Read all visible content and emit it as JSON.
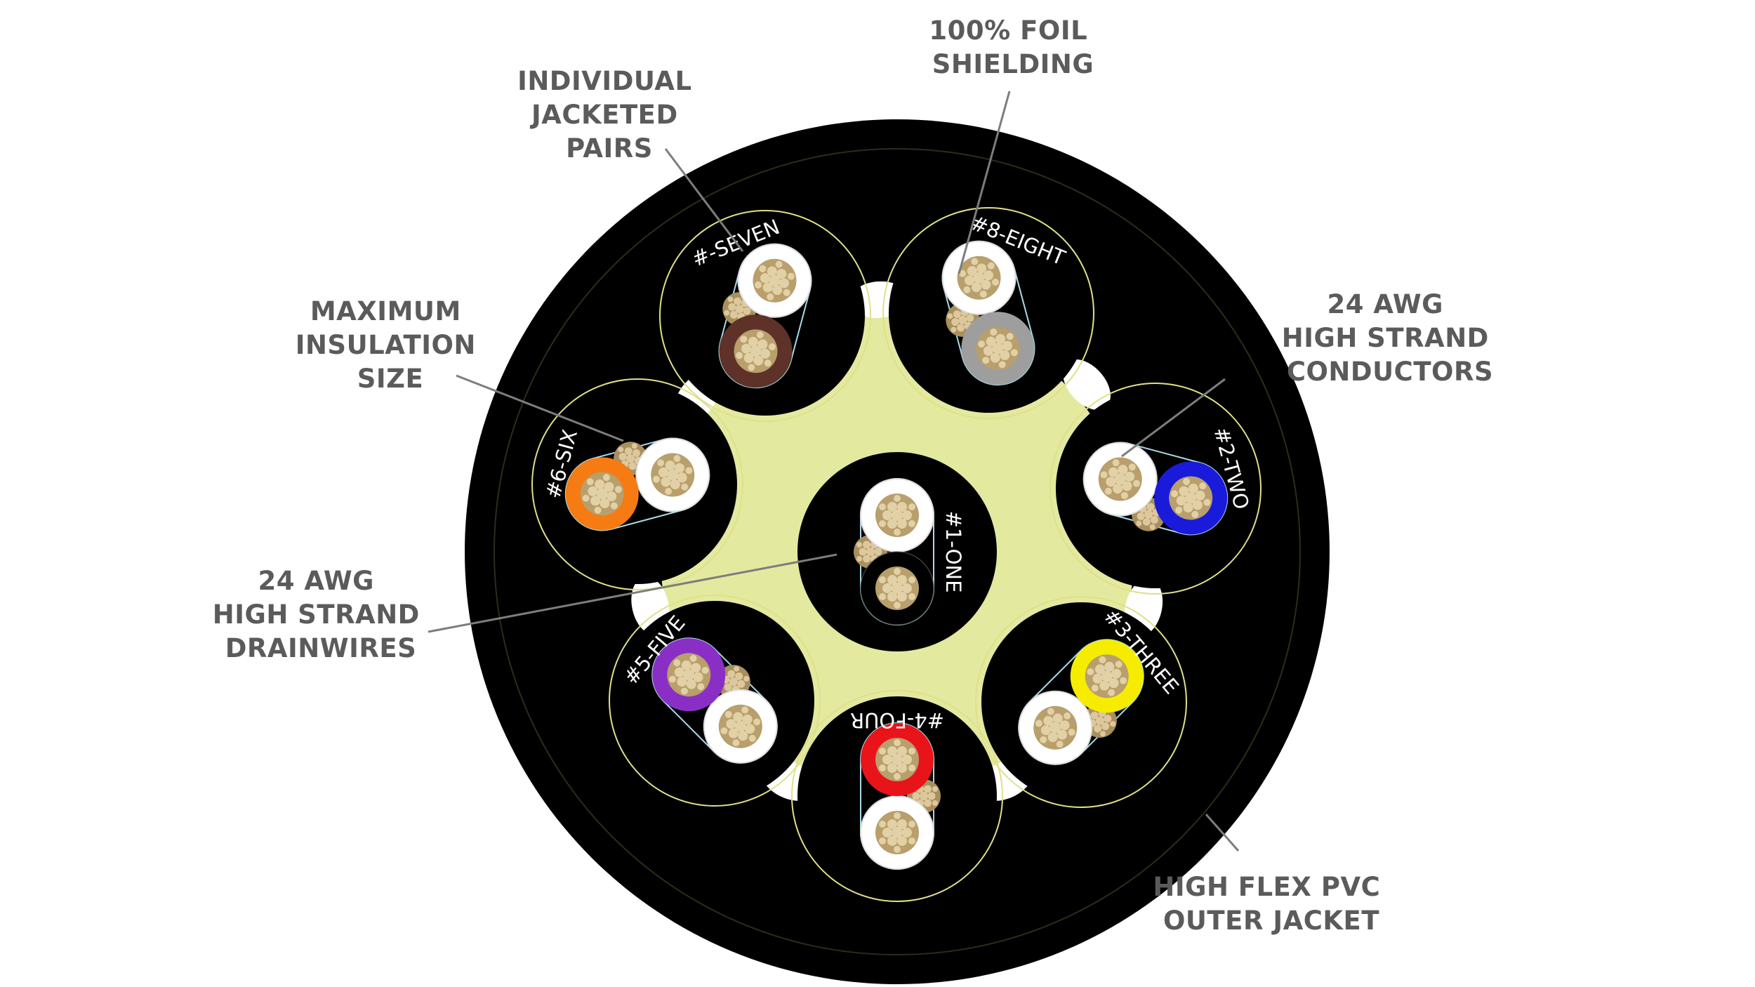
{
  "callouts": {
    "individual_jacketed_pairs": [
      "INDIVIDUAL",
      "JACKETED",
      "PAIRS"
    ],
    "foil_shielding": [
      "100% FOIL",
      "SHIELDING"
    ],
    "maximum_insulation_size": [
      "MAXIMUM",
      "INSULATION",
      "SIZE"
    ],
    "conductors": [
      "24 AWG",
      "HIGH STRAND",
      "CONDUCTORS"
    ],
    "drainwires": [
      "24 AWG",
      "HIGH STRAND",
      "DRAINWIRES"
    ],
    "outer_jacket": [
      "HIGH FLEX PVC",
      "OUTER JACKET"
    ]
  },
  "pairs": [
    {
      "label": "#1-ONE",
      "color_name": "black",
      "color": "#000000"
    },
    {
      "label": "#2-TWO",
      "color_name": "blue",
      "color": "#1a1adb"
    },
    {
      "label": "#3-THREE",
      "color_name": "yellow",
      "color": "#f5ec00"
    },
    {
      "label": "#4-FOUR",
      "color_name": "red",
      "color": "#e8141a"
    },
    {
      "label": "#5-FIVE",
      "color_name": "purple",
      "color": "#8a2fc6"
    },
    {
      "label": "#6-SIX",
      "color_name": "orange",
      "color": "#f57b12"
    },
    {
      "label": "#-SEVEN",
      "color_name": "brown",
      "color": "#5e3129"
    },
    {
      "label": "#8-EIGHT",
      "color_name": "gray",
      "color": "#9e9e9e"
    }
  ],
  "colors": {
    "jacket": "#000000",
    "filler": "#e4e9a0",
    "foil_outline": "#e0e08a",
    "white_insulation": "#ffffff",
    "conductor": "#d8c49a",
    "callout_text": "#5b5b5b"
  }
}
